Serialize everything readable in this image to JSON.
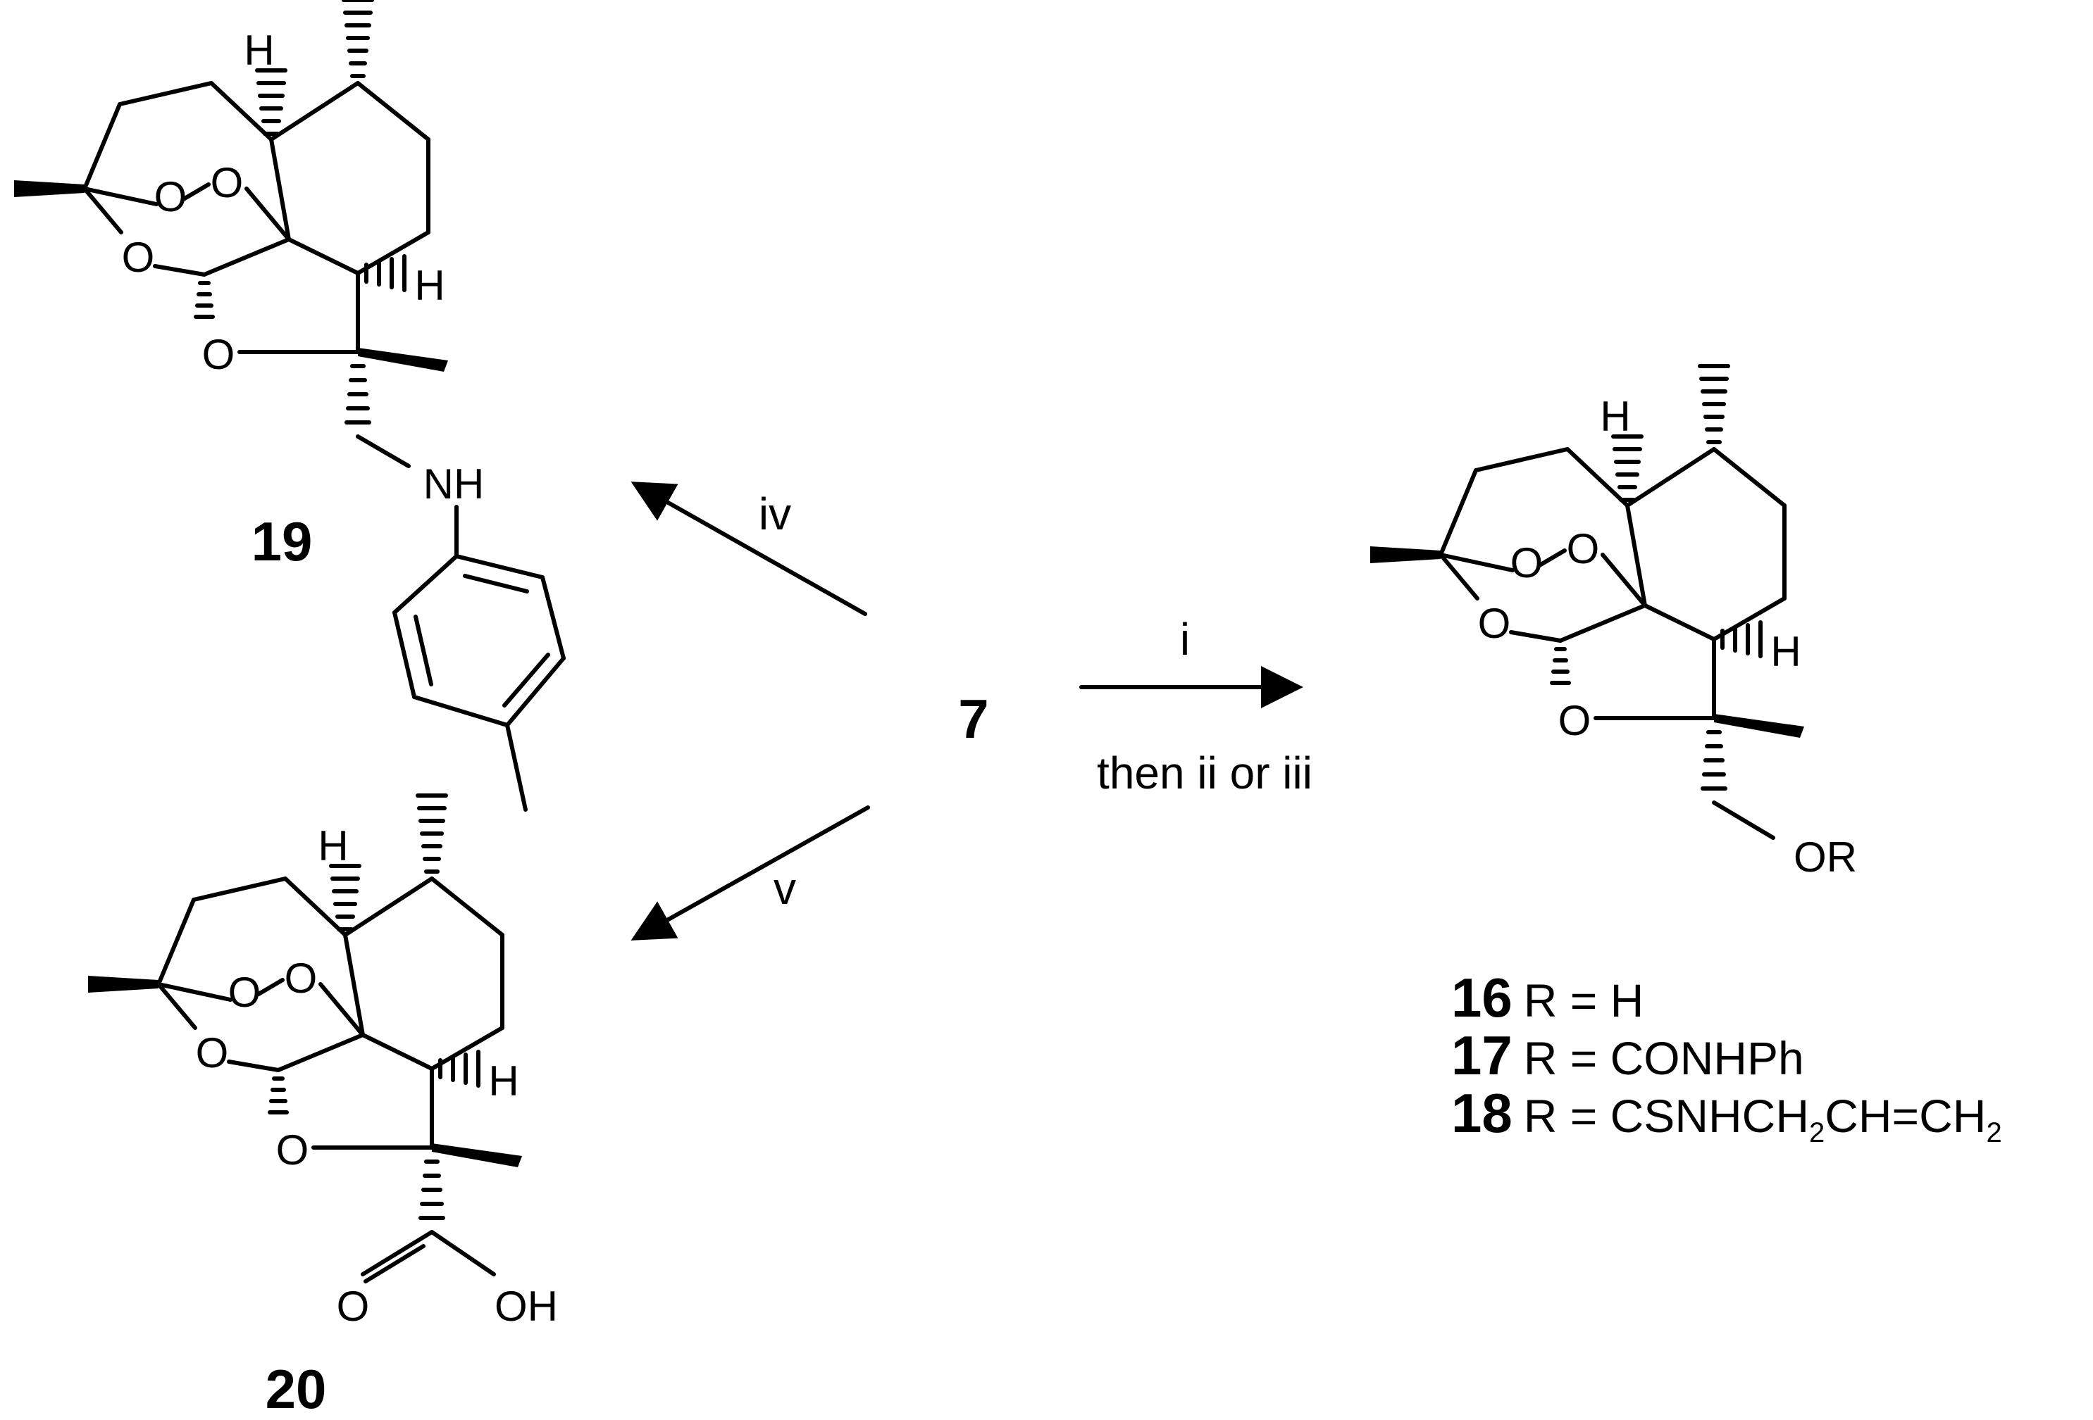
{
  "scheme": {
    "start_compound": "7",
    "reagents": {
      "right_top": "i",
      "right_bottom": "then ii or iii",
      "up_left": "iv",
      "down_left": "v"
    },
    "compounds": {
      "c19": "19",
      "c20": "20",
      "c16": "16",
      "c17": "17",
      "c18": "18"
    },
    "substituent_labels": {
      "nh": "NH",
      "or": "OR",
      "oh": "OH"
    },
    "legend": [
      {
        "id": "16",
        "text": "R = H"
      },
      {
        "id": "17",
        "text": "R = CONHPh"
      },
      {
        "id": "18",
        "text_main": "R = CSNHCH",
        "text_sub1": "2",
        "text_mid": "CH=CH",
        "text_sub2": "2"
      }
    ]
  }
}
